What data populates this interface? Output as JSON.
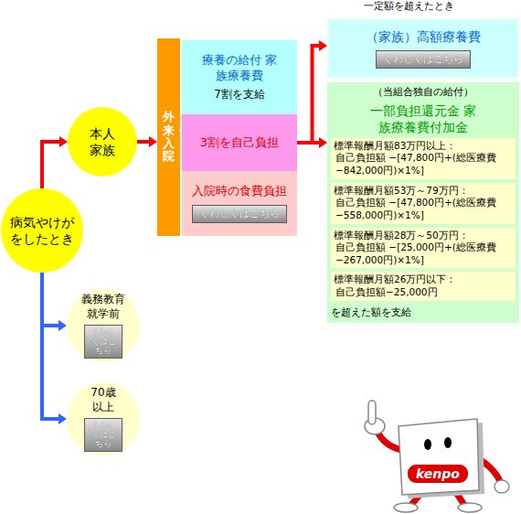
{
  "diagram": {
    "nodes": [
      {
        "text": [
          "病気やけがをしたとき"
        ]
      },
      {
        "text": [
          "本人 家族"
        ]
      },
      {
        "text": [
          "義務教育 就学前"
        ]
      },
      {
        "text": [
          "くわしくはこちら"
        ],
        "in": 2
      },
      {
        "text": [
          "70歳 以上"
        ]
      },
      {
        "text": [
          "くわしくはこちら"
        ],
        "in": 4
      },
      {
        "text": [
          "外来・入院"
        ]
      },
      {
        "text": [
          "療養の給付 家族療養費",
          "7割を支給"
        ]
      },
      {
        "text": [
          "3割を自己負担"
        ]
      },
      {
        "text": [
          "入院時の食費負担"
        ]
      },
      {
        "text": [
          "くわしくはこちら"
        ],
        "in": 9
      },
      {
        "text": [
          "（家族）高額療養費"
        ]
      },
      {
        "text": [
          "くわしくはこちら"
        ],
        "in": 11
      },
      {
        "text": [
          "（当組合独自の給付）",
          "一部負担還元金 家族療養費付加金",
          "を超えた額を支給"
        ]
      },
      {
        "text": [
          "標準報酬月額83万円以上：",
          "自己負担額 −[47,800円+(総医療費−842,000円)×1%]"
        ],
        "in": 13
      },
      {
        "text": [
          "標準報酬月額53万～79万円：",
          "自己負担額 −[47,800円+(総医療費−558,000円)×1%]"
        ],
        "in": 13
      },
      {
        "text": [
          "標準報酬月額28万～50万円：",
          "自己負担額 −[25,000円+(総医療費−267,000円)×1%]"
        ],
        "in": 13
      },
      {
        "text": [
          "標準報酬月額26万円以下：",
          "自己負担額−25,000円"
        ],
        "in": 13
      }
    ],
    "edges": [
      {
        "from": 0,
        "to": 1,
        "arrow": "to"
      },
      {
        "from": 0,
        "to": 2,
        "arrow": "to"
      },
      {
        "from": 0,
        "to": 4,
        "arrow": "to"
      },
      {
        "from": 1,
        "to": 6,
        "arrow": "to"
      },
      {
        "from": 8,
        "to": 11,
        "arrow": "to"
      },
      {
        "from": 8,
        "to": 13,
        "arrow": "to"
      }
    ],
    "labels": [
      "一定額を超えたとき",
      "kenpo"
    ]
  }
}
